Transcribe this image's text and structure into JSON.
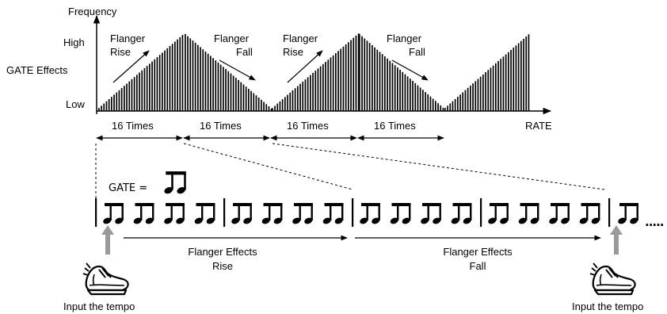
{
  "axis": {
    "y_label": "Frequency",
    "y_high": "High",
    "y_low": "Low",
    "y_series": "GATE Effects",
    "x_label": "RATE"
  },
  "phases": [
    {
      "top": "Flanger",
      "bottom": "Rise",
      "direction": "rise"
    },
    {
      "top": "Flanger",
      "bottom": "Fall",
      "direction": "fall"
    },
    {
      "top": "Flanger",
      "bottom": "Rise",
      "direction": "rise"
    },
    {
      "top": "Flanger",
      "bottom": "Fall",
      "direction": "fall"
    }
  ],
  "intervals": [
    "16 Times",
    "16 Times",
    "16 Times",
    "16 Times"
  ],
  "gate": {
    "label": "GATE =",
    "note_symbol": "beamed-eighth-notes",
    "groups_per_measure": 4,
    "measures": 4,
    "trailing_groups": 1,
    "ellipsis": "....."
  },
  "effects": [
    {
      "line1": "Flanger Effects",
      "line2": "Rise"
    },
    {
      "line1": "Flanger Effects",
      "line2": "Fall"
    }
  ],
  "tempo": {
    "left_label": "Input the tempo",
    "right_label": "Input the tempo",
    "icon": "shoe-tap-icon",
    "arrow_color": "#9a9a9a"
  }
}
